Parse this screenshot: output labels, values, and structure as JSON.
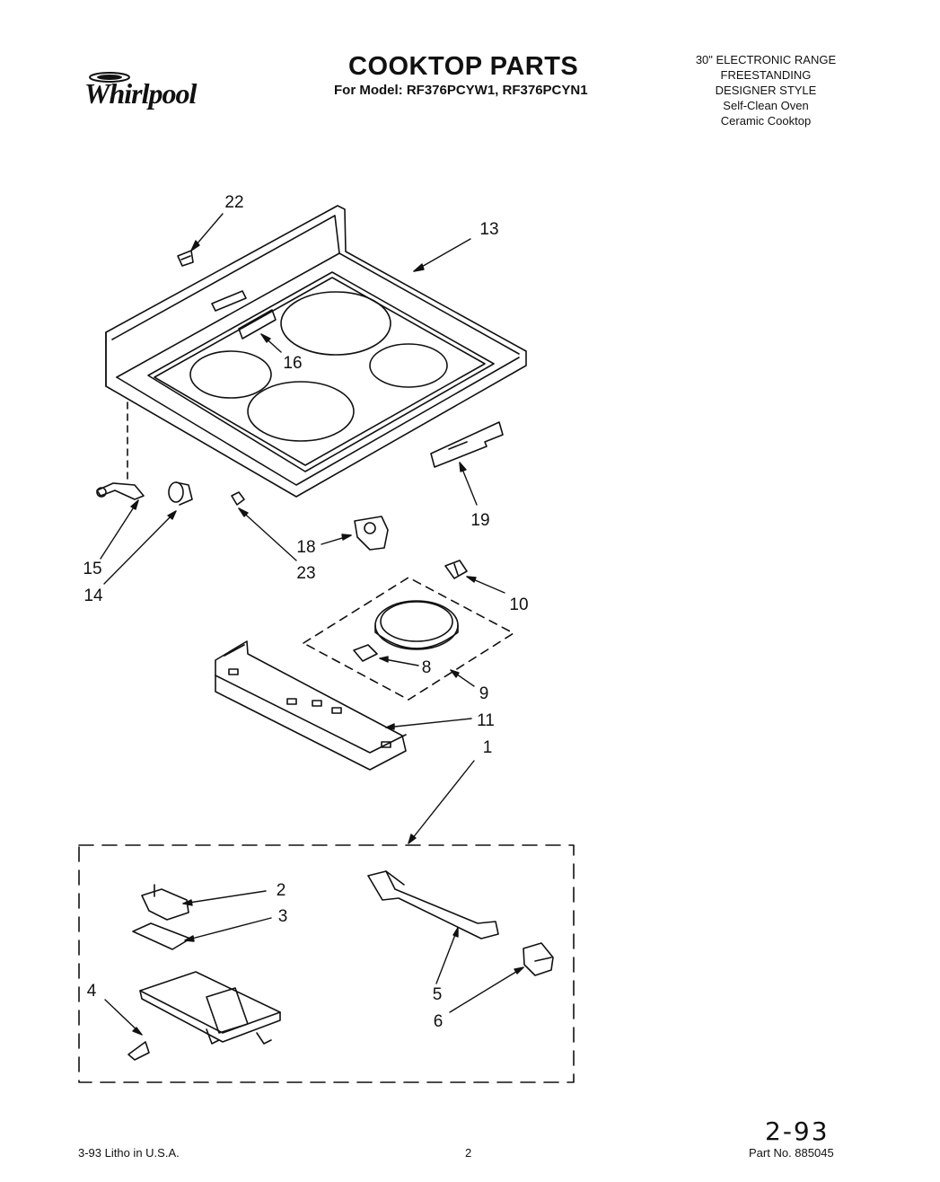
{
  "brand": "Whirlpool",
  "title": "COOKTOP PARTS",
  "model_line": "For Model: RF376PCYW1, RF376PCYN1",
  "spec_lines": [
    "30\" ELECTRONIC RANGE",
    "FREESTANDING",
    "DESIGNER STYLE",
    "Self-Clean Oven",
    "Ceramic Cooktop"
  ],
  "callouts": {
    "c22": "22",
    "c13": "13",
    "c16": "16",
    "c19": "19",
    "c15": "15",
    "c14": "14",
    "c18": "18",
    "c23": "23",
    "c10": "10",
    "c8": "8",
    "c9": "9",
    "c11": "11",
    "c1": "1",
    "c2": "2",
    "c3": "3",
    "c4": "4",
    "c5": "5",
    "c6": "6"
  },
  "handwritten_date": "2-93",
  "footer": {
    "left": "3-93 Litho in U.S.A.",
    "page_number": "2",
    "part_number": "Part No. 885045"
  }
}
